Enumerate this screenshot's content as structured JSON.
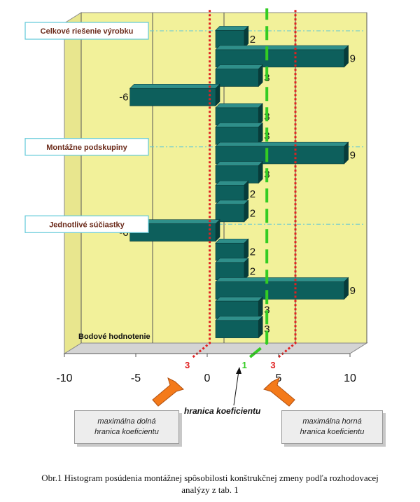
{
  "chart_data": {
    "type": "bar",
    "orientation": "horizontal",
    "values": [
      2,
      9,
      3,
      -6,
      3,
      3,
      9,
      3,
      2,
      2,
      -6,
      2,
      2,
      9,
      3,
      3
    ],
    "xlim": [
      -10,
      10
    ],
    "xticks": [
      "-10",
      "-5",
      "0",
      "5",
      "10"
    ],
    "sections": [
      {
        "label": "Celkové riešenie výrobku",
        "before_bar": 0
      },
      {
        "label": "Montážne podskupiny",
        "before_bar": 6
      },
      {
        "label": "Jednotlivé súčiastky",
        "before_bar": 10
      }
    ],
    "axis_title": "Bodové hodnotenie",
    "reference_lines": [
      {
        "value": -1,
        "label": "3",
        "style": "red-dotted"
      },
      {
        "value": 3,
        "label": "1",
        "style": "green-dashed"
      },
      {
        "value": 5,
        "label": "3",
        "style": "red-dotted"
      }
    ],
    "colors": {
      "bar": "#0d5f5c",
      "wall": "#f2f19a",
      "red_line": "#e02020",
      "green_line": "#33cc22",
      "arrow": "#f47a1a"
    }
  },
  "annotations": {
    "hranica": "hranica koeficientu",
    "lower_line1": "maximálna dolná",
    "lower_line2": "hranica koeficientu",
    "upper_line1": "maximálna horná",
    "upper_line2": "hranica koeficientu"
  },
  "caption": {
    "line1": "Obr.1  Histogram posúdenia montážnej spôsobilosti konštrukčnej zmeny podľa  rozhodovacej",
    "line2": "analýzy z tab. 1"
  }
}
